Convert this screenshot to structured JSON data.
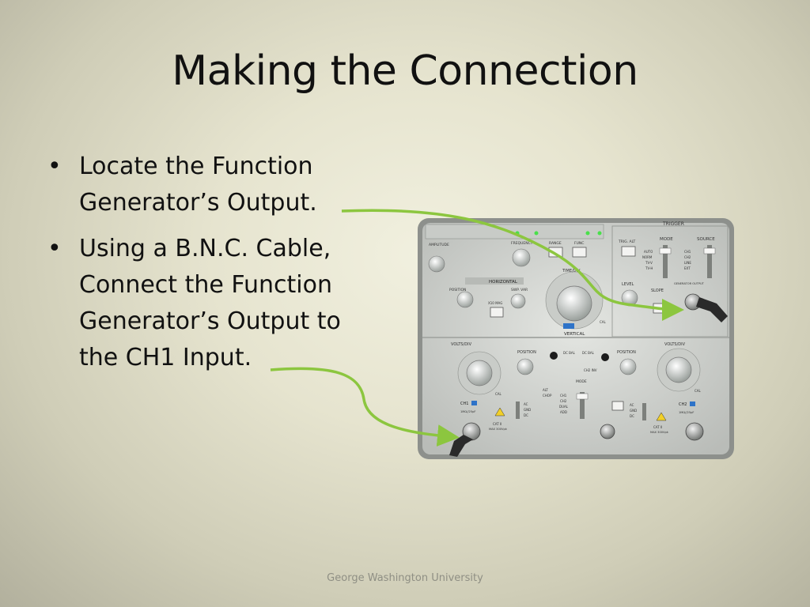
{
  "slide": {
    "title": "Making the Connection",
    "bullets": [
      {
        "marker": "•",
        "lines": [
          "Locate the Function",
          "Generator’s Output."
        ]
      },
      {
        "marker": "•",
        "lines": [
          "Using a B.N.C. Cable,",
          "Connect the Function",
          "Generator’s Output to",
          "the CH1 Input."
        ]
      }
    ],
    "footer": "George Washington University"
  },
  "photo": {
    "labels": {
      "trigger": "TRIGGER",
      "mode": "MODE",
      "source": "SOURCE",
      "trig_alt": "TRIG. ALT",
      "auto": "AUTO",
      "norm": "NORM",
      "tvv": "TV-V",
      "tvh": "TV-H",
      "ch1_src": "CH1",
      "ch2_src": "CH2",
      "line": "LINE",
      "ext": "EXT",
      "level": "LEVEL",
      "slope": "SLOPE",
      "generator_output": "GENERATOR OUTPUT",
      "amplitude": "AMPLITUDE",
      "frequency": "FREQUENCY",
      "range": "RANGE",
      "func": "FUNC",
      "horizontal": "HORIZONTAL",
      "position": "POSITION",
      "swp_var": "SWP. VAR",
      "x10_mag": "X10 MAG",
      "time_div": "TIME/DIV",
      "cal": "CAL",
      "vertical": "VERTICAL",
      "volts_div": "VOLTS/DIV",
      "dc_bal": "DC BAL",
      "ch1": "CH1",
      "ch2": "CH2",
      "alt": "ALT",
      "chop": "CHOP",
      "add": "ADD",
      "dual": "DUAL",
      "ch2_inv": "CH2 INV",
      "ac": "AC",
      "gnd": "GND",
      "dc": "DC",
      "cat": "CAT II",
      "max": "MAX 300Vpk",
      "impedance": "1MΩ//25pF"
    },
    "colors": {
      "arrow": "#8cc63f",
      "panel": "#d9dcd8",
      "accent_blue": "#2e73c8"
    }
  }
}
